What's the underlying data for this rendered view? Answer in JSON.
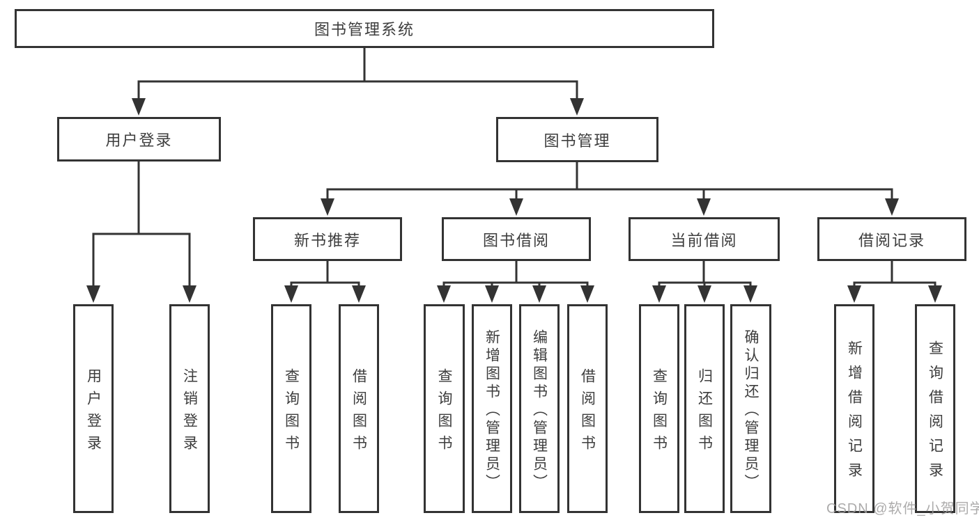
{
  "diagram": {
    "title": "图书管理系统",
    "level2": [
      {
        "label": "用户登录"
      },
      {
        "label": "图书管理"
      }
    ],
    "level3": [
      {
        "label": "新书推荐"
      },
      {
        "label": "图书借阅"
      },
      {
        "label": "当前借阅"
      },
      {
        "label": "借阅记录"
      }
    ],
    "leaves": [
      {
        "label": "用户登录"
      },
      {
        "label": "注销登录"
      },
      {
        "label": "查询图书"
      },
      {
        "label": "借阅图书"
      },
      {
        "label": "查询图书"
      },
      {
        "label": "新增图书（管理员）"
      },
      {
        "label": "编辑图书（管理员）"
      },
      {
        "label": "借阅图书"
      },
      {
        "label": "查询图书"
      },
      {
        "label": "归还图书"
      },
      {
        "label": "确认归还（管理员）"
      },
      {
        "label": "新增借阅记录"
      },
      {
        "label": "查询借阅记录"
      }
    ]
  },
  "watermark": {
    "text": "CSDN @软件_小贺同学"
  },
  "colors": {
    "line": "#333333",
    "text": "#3d3d3d",
    "watermark": "#9e9c9c",
    "background": "#ffffff"
  }
}
